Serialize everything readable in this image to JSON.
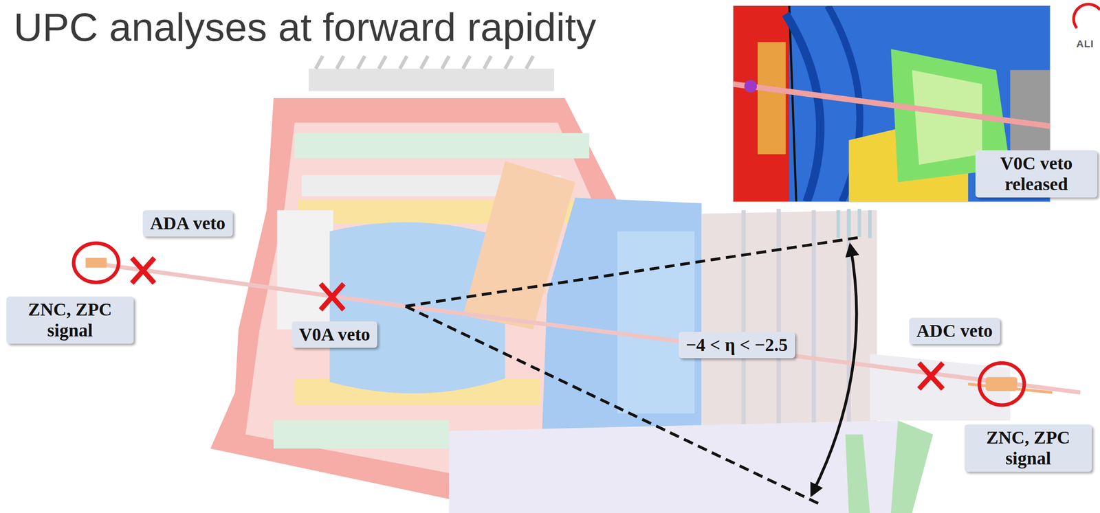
{
  "diagram": {
    "title": "UPC analyses at forward rapidity",
    "nodes": [
      {
        "text": [
          "V0C veto released"
        ]
      },
      {
        "text": [
          "ADA veto"
        ]
      },
      {
        "text": [
          "ZNC, ZPC signal"
        ]
      },
      {
        "text": [
          "ADC veto"
        ]
      },
      {
        "text": [
          "V0A veto"
        ]
      },
      {
        "text": [
          "−4 < η < −2.5"
        ]
      },
      {
        "text": [
          "ZNC, ZPC signal"
        ]
      }
    ],
    "labels": [
      "ALI"
    ]
  }
}
